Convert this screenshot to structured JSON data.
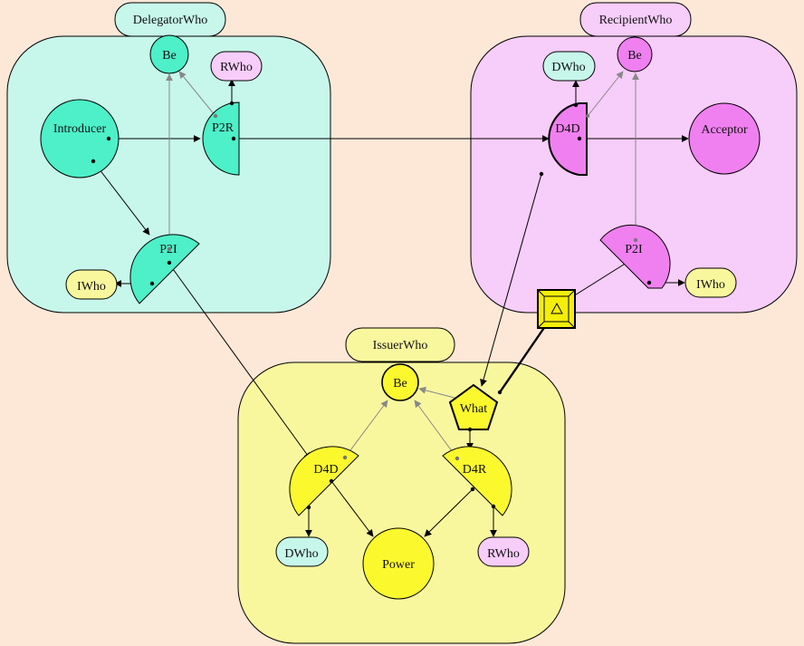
{
  "colors": {
    "background": "#fde8d8",
    "delegator_fill": "#c7f7ea",
    "delegator_node": "#4df0c8",
    "recipient_fill": "#f7cdf9",
    "recipient_node": "#f080f0",
    "issuer_fill": "#f9f79e",
    "issuer_node": "#fbf82e",
    "dwho_fill": "#c7f7ea",
    "rwho_fill": "#f7cdf9",
    "iwho_fill": "#f9f79e"
  },
  "groups": {
    "delegator": "DelegatorWho",
    "recipient": "RecipientWho",
    "issuer": "IssuerWho"
  },
  "delegator": {
    "be": "Be",
    "rwho": "RWho",
    "introducer": "Introducer",
    "p2r": "P2R",
    "p2i": "P2I",
    "iwho": "IWho"
  },
  "recipient": {
    "dwho": "DWho",
    "be": "Be",
    "d4d": "D4D",
    "acceptor": "Acceptor",
    "p2i": "P2I",
    "iwho": "IWho"
  },
  "issuer": {
    "be": "Be",
    "what": "What",
    "d4d": "D4D",
    "d4r": "D4R",
    "dwho": "DWho",
    "power": "Power",
    "rwho": "RWho"
  }
}
